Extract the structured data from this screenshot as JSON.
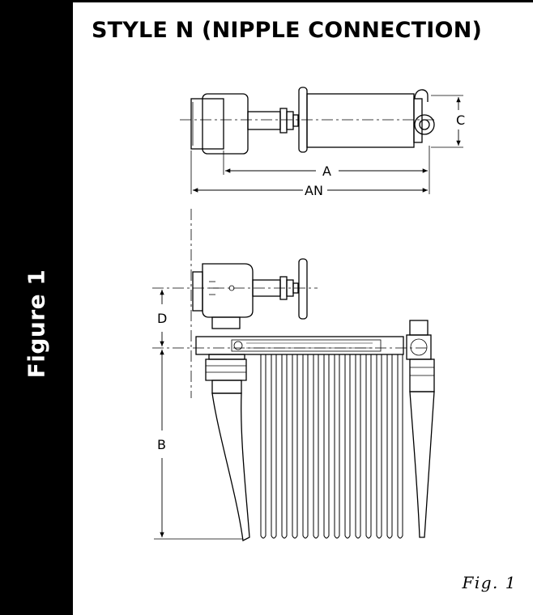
{
  "header": {
    "title": "STYLE N (NIPPLE CONNECTION)"
  },
  "sidebar": {
    "label": "Figure 1"
  },
  "dimensions": {
    "a": "A",
    "an": "AN",
    "b": "B",
    "c": "C",
    "d": "D"
  },
  "caption": "Fig. 1",
  "colors": {
    "ink": "#000000",
    "background": "#ffffff"
  }
}
